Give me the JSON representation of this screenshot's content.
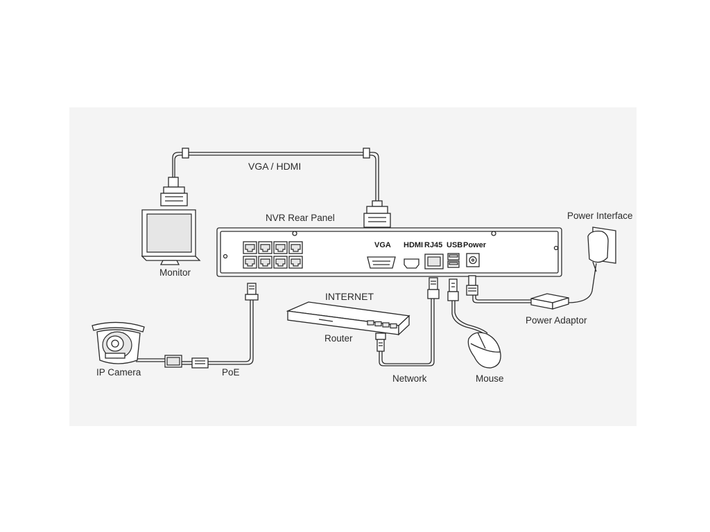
{
  "labels": {
    "vga_hdmi": "VGA / HDMI",
    "nvr_rear_panel": "NVR Rear Panel",
    "monitor": "Monitor",
    "power_interface": "Power Interface",
    "power_adaptor": "Power Adaptor",
    "internet": "INTERNET",
    "router": "Router",
    "network": "Network",
    "mouse": "Mouse",
    "ip_camera": "IP Camera",
    "poe": "PoE"
  },
  "ports": {
    "vga": "VGA",
    "hdmi": "HDMI",
    "rj45": "RJ45",
    "usb": "USB",
    "power": "Power"
  },
  "poe_port_count": 8
}
